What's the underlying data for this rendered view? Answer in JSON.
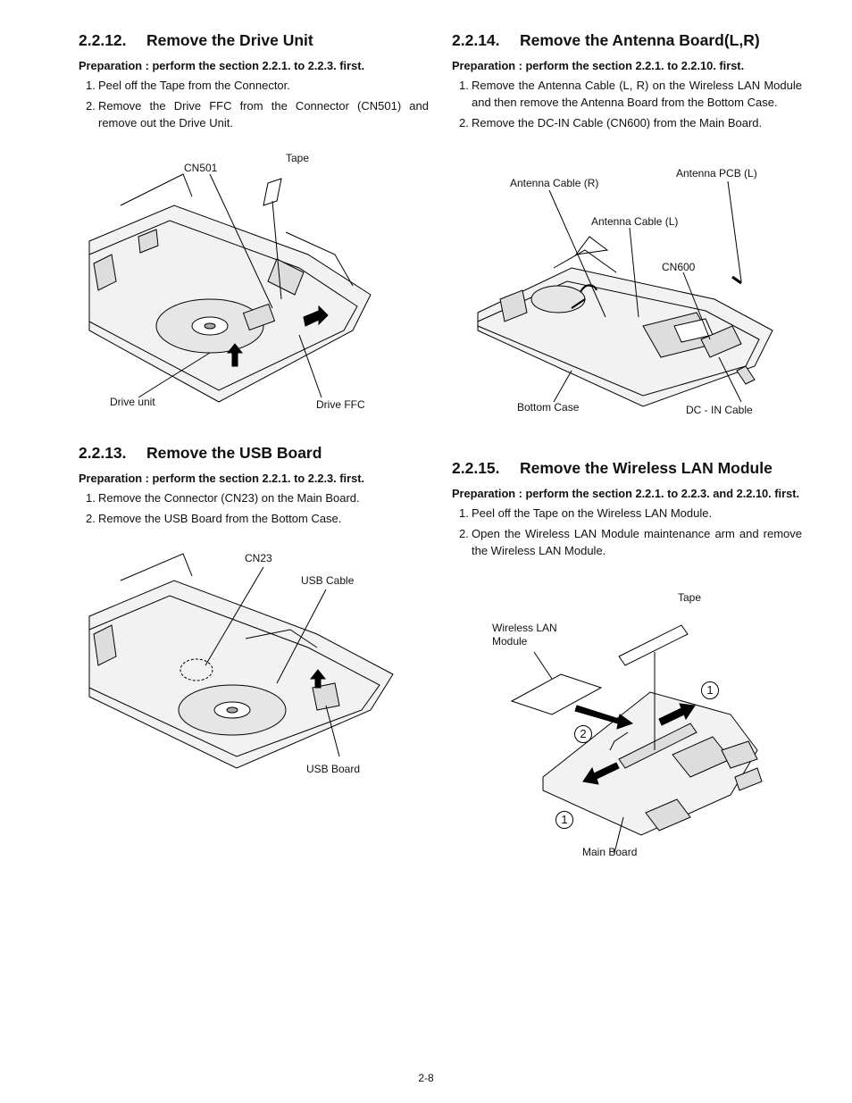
{
  "sections": {
    "drive": {
      "num": "2.2.12.",
      "title": "Remove the Drive Unit",
      "prep": "Preparation : perform the section 2.2.1. to 2.2.3. first.",
      "steps": [
        {
          "n": "1.",
          "text": "Peel off the Tape from the Connector."
        },
        {
          "n": "2.",
          "text": "Remove the Drive FFC from the Connector (CN501) and remove out the Drive Unit."
        }
      ],
      "labels": {
        "cn501": "CN501",
        "tape": "Tape",
        "drive_unit": "Drive unit",
        "drive_ffc": "Drive FFC"
      }
    },
    "usb": {
      "num": "2.2.13.",
      "title": "Remove the USB Board",
      "prep": "Preparation : perform the section 2.2.1. to 2.2.3. first.",
      "steps": [
        {
          "n": "1.",
          "text": "Remove the Connector (CN23) on the Main Board."
        },
        {
          "n": "2.",
          "text": "Remove the USB Board from the Bottom Case."
        }
      ],
      "labels": {
        "cn23": "CN23",
        "usb_cable": "USB Cable",
        "usb_board": "USB Board"
      }
    },
    "antenna": {
      "num": "2.2.14.",
      "title": "Remove the Antenna Board(L,R)",
      "prep": "Preparation : perform the section 2.2.1. to 2.2.10. first.",
      "steps": [
        {
          "n": "1.",
          "text": "Remove the Antenna Cable (L, R) on the Wireless LAN Module and then remove the Antenna Board from the Bottom Case."
        },
        {
          "n": "2.",
          "text": "Remove the DC-IN Cable (CN600) from the Main Board."
        }
      ],
      "labels": {
        "antenna_r": "Antenna Cable (R)",
        "antenna_pcb": "Antenna PCB (L)",
        "antenna_l": "Antenna Cable (L)",
        "cn600": "CN600",
        "bottom_case": "Bottom Case",
        "dc_in": "DC - IN Cable"
      }
    },
    "wlan": {
      "num": "2.2.15.",
      "title": "Remove the Wireless LAN Module",
      "prep": "Preparation : perform the section 2.2.1. to 2.2.3. and 2.2.10. first.",
      "steps": [
        {
          "n": "1.",
          "text": "Peel off the Tape on the Wireless LAN Module."
        },
        {
          "n": "2.",
          "text": "Open the Wireless LAN Module maintenance arm and remove the Wireless LAN Module."
        }
      ],
      "labels": {
        "tape": "Tape",
        "wlan_module": "Wireless LAN Module",
        "main_board": "Main Board",
        "step1": "1",
        "step2": "2"
      }
    }
  },
  "footer": {
    "page": "2-8"
  }
}
